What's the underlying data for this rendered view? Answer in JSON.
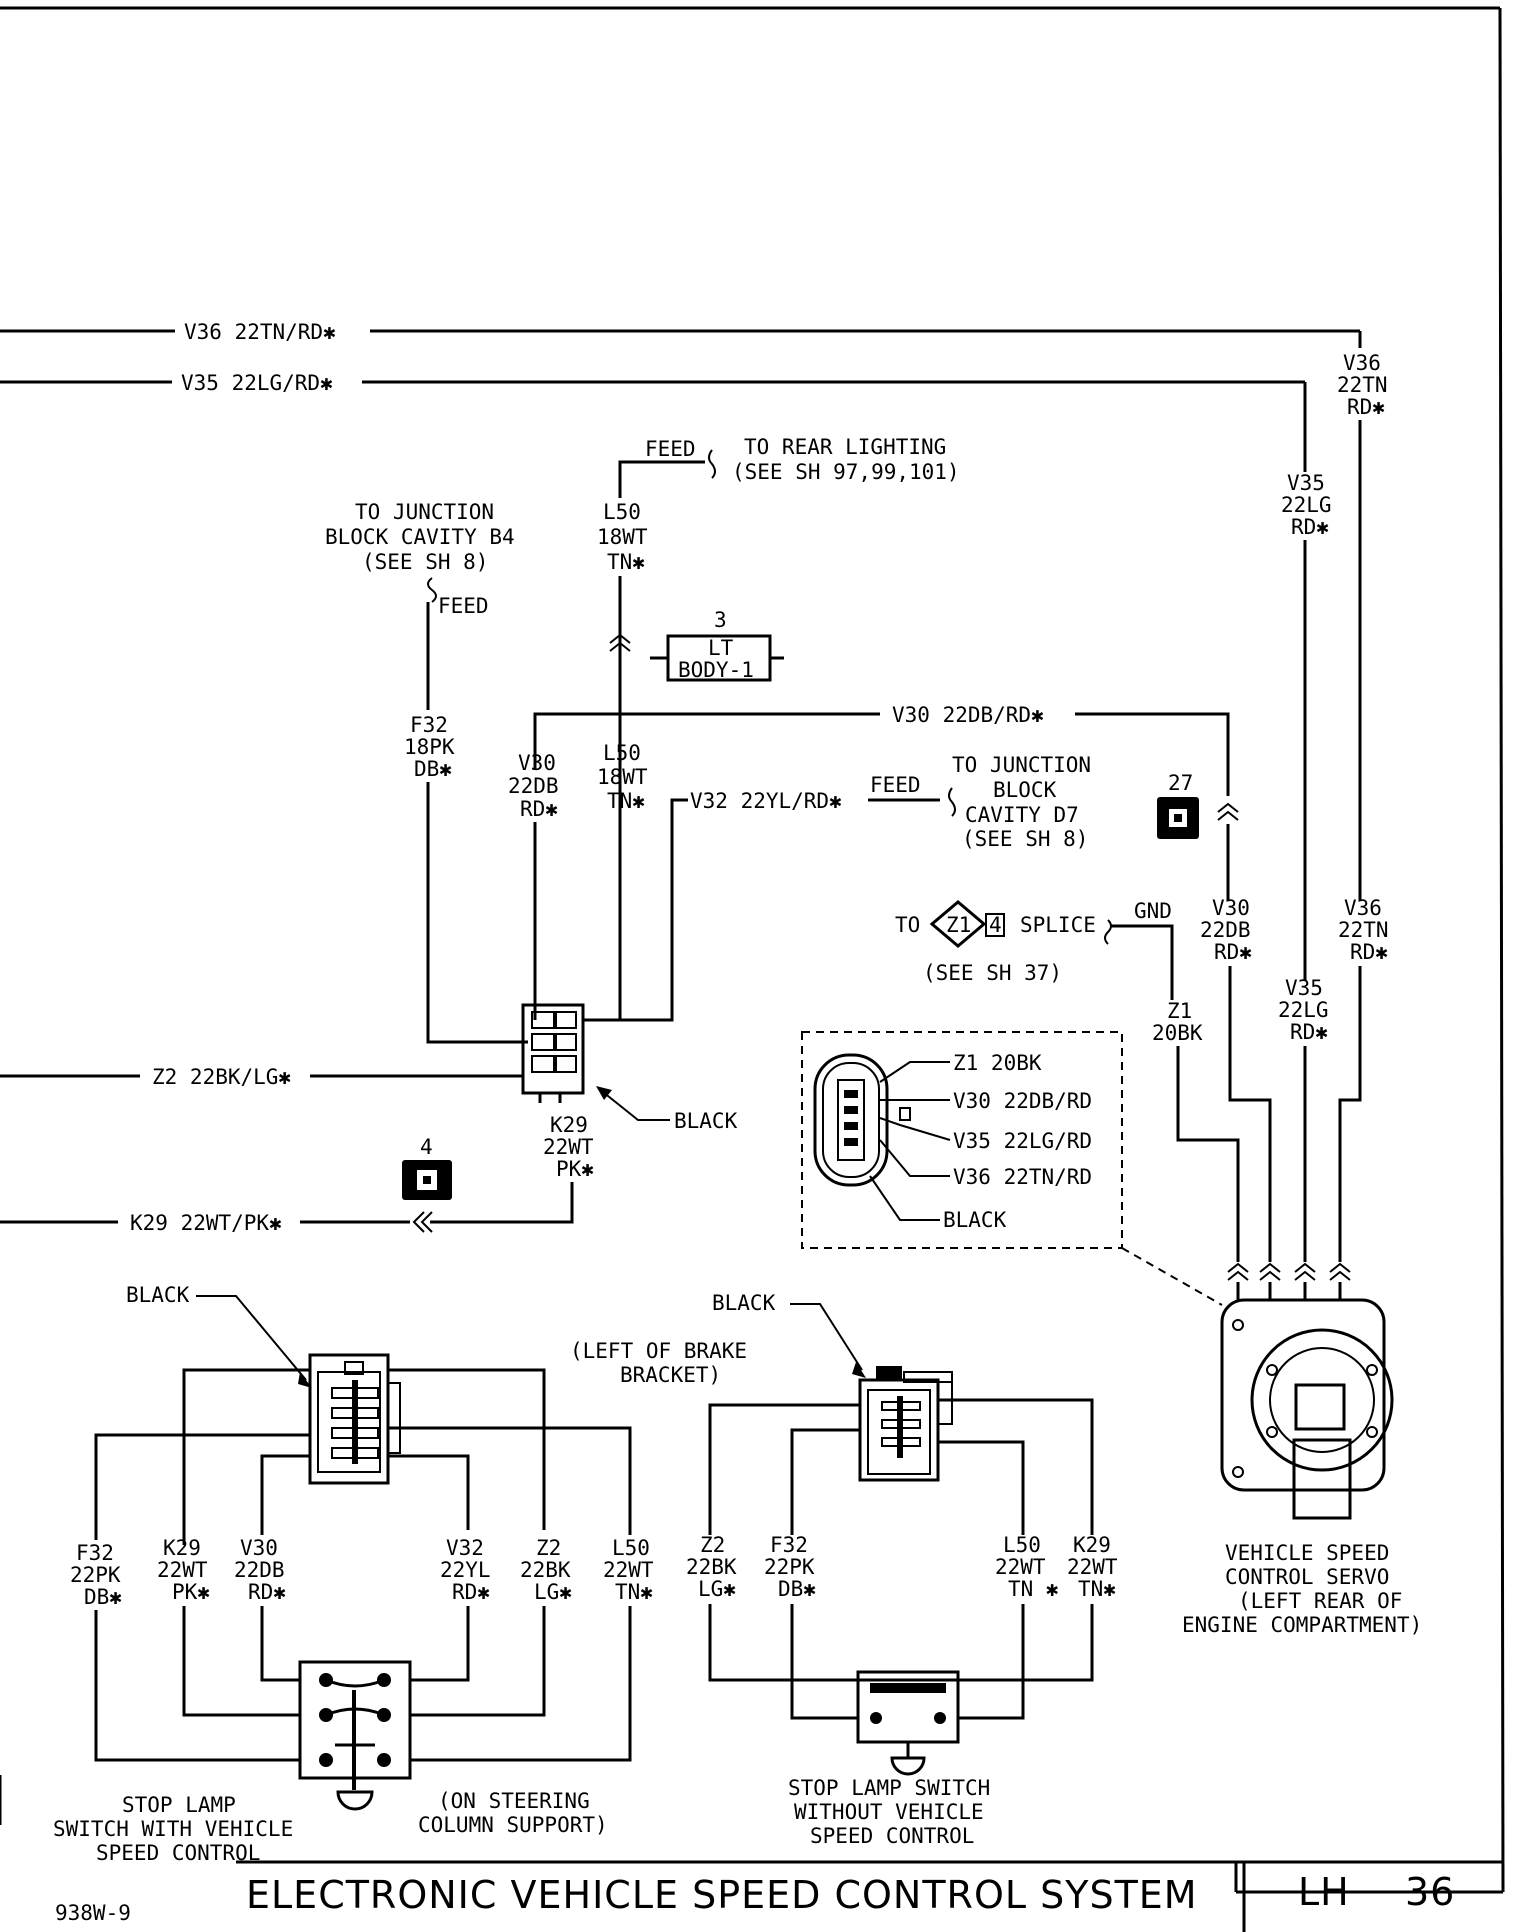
{
  "wires": {
    "v36_top": "V36 22TN/RD✱",
    "v35_top": "V35 22LG/RD✱",
    "v30_mid": "V30 22DB/RD✱",
    "v32_mid": "V32 22YL/RD✱",
    "z2": "Z2 22BK/LG✱",
    "k29": "K29 22WT/PK✱"
  },
  "labels": {
    "feed": "FEED",
    "gnd": "GND",
    "black": "BLACK",
    "to_rear_1": "TO REAR LIGHTING",
    "to_rear_2": "(SEE SH 97,99,101)",
    "to_jb_b4_1": "TO JUNCTION",
    "to_jb_b4_2": "BLOCK CAVITY B4",
    "to_jb_b4_3": "(SEE SH 8)",
    "to_jb_d7_1": "TO JUNCTION",
    "to_jb_d7_2": "BLOCK",
    "to_jb_d7_3": "CAVITY D7",
    "to_jb_d7_4": "(SEE SH 8)",
    "splice_to": "TO",
    "splice_z1": "Z1",
    "splice_4": "4",
    "splice": "SPLICE",
    "splice_see": "(SEE SH 37)",
    "lt_body_1": "LT",
    "lt_body_2": "BODY-1",
    "num_3": "3",
    "num_27": "27",
    "num_4": "4",
    "left_of_brake_1": "(LEFT OF BRAKE",
    "left_of_brake_2": "BRACKET)",
    "on_steering_1": "(ON STEERING",
    "on_steering_2": "COLUMN SUPPORT)",
    "stop_with_1": "STOP LAMP",
    "stop_with_2": "SWITCH WITH VEHICLE",
    "stop_with_3": "SPEED CONTROL",
    "stop_without_1": "STOP LAMP SWITCH",
    "stop_without_2": "WITHOUT VEHICLE",
    "stop_without_3": "SPEED CONTROL",
    "servo_1": "VEHICLE SPEED",
    "servo_2": "CONTROL SERVO",
    "servo_3": "(LEFT REAR OF",
    "servo_4": "ENGINE COMPARTMENT)"
  },
  "stacks": {
    "v36_r": [
      "V36",
      "22TN",
      "RD✱"
    ],
    "v35_r": [
      "V35",
      "22LG",
      "RD✱"
    ],
    "l50_a": [
      "L50",
      "18WT",
      "TN✱"
    ],
    "l50_b": [
      "L50",
      "18WT",
      "TN✱"
    ],
    "f32": [
      "F32",
      "18PK",
      "DB✱"
    ],
    "v30_a": [
      "V30",
      "22DB",
      "RD✱"
    ],
    "v30_b": [
      "V30",
      "22DB",
      "RD✱"
    ],
    "v36_b": [
      "V36",
      "22TN",
      "RD✱"
    ],
    "v35_b": [
      "V35",
      "22LG",
      "RD✱"
    ],
    "z1": [
      "Z1",
      "20BK"
    ],
    "k29": [
      "K29",
      "22WT",
      "PK✱"
    ],
    "sw1_f32": [
      "F32",
      "22PK",
      "DB✱"
    ],
    "sw1_k29": [
      "K29",
      "22WT",
      "PK✱"
    ],
    "sw1_v30": [
      "V30",
      "22DB",
      "RD✱"
    ],
    "sw1_v32": [
      "V32",
      "22YL",
      "RD✱"
    ],
    "sw1_z2": [
      "Z2",
      "22BK",
      "LG✱"
    ],
    "sw1_l50": [
      "L50",
      "22WT",
      "TN✱"
    ],
    "sw2_z2": [
      "Z2",
      "22BK",
      "LG✱"
    ],
    "sw2_f32": [
      "F32",
      "22PK",
      "DB✱"
    ],
    "sw2_l50": [
      "L50",
      "22WT",
      "TN ✱"
    ],
    "sw2_k29": [
      "K29",
      "22WT",
      "TN✱"
    ]
  },
  "servo_pins": [
    "Z1 20BK",
    "V30 22DB/RD",
    "V35 22LG/RD",
    "V36 22TN/RD"
  ],
  "footer": {
    "code": "938W-9",
    "title": "ELECTRONIC VEHICLE SPEED CONTROL SYSTEM",
    "sheet": "LH",
    "page": "36"
  }
}
